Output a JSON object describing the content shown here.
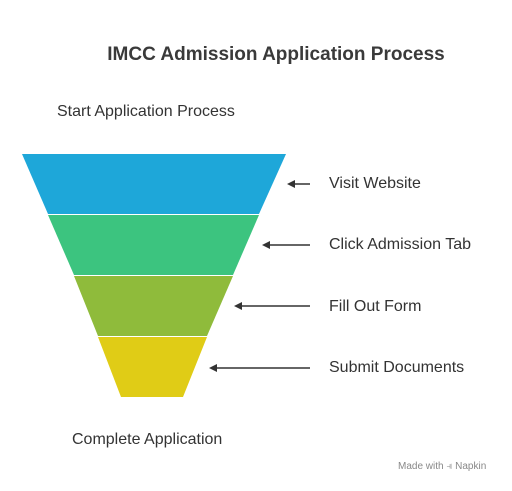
{
  "title": "IMCC Admission Application Process",
  "start_label": "Start Application Process",
  "end_label": "Complete Application",
  "steps": [
    {
      "label": "Visit Website",
      "color": "#1ea7d9"
    },
    {
      "label": "Click Admission Tab",
      "color": "#3cc47f"
    },
    {
      "label": "Fill Out Form",
      "color": "#8fbb3b"
    },
    {
      "label": "Submit Documents",
      "color": "#e0cc16"
    }
  ],
  "credit": {
    "made_with": "Made with",
    "brand": "Napkin"
  }
}
